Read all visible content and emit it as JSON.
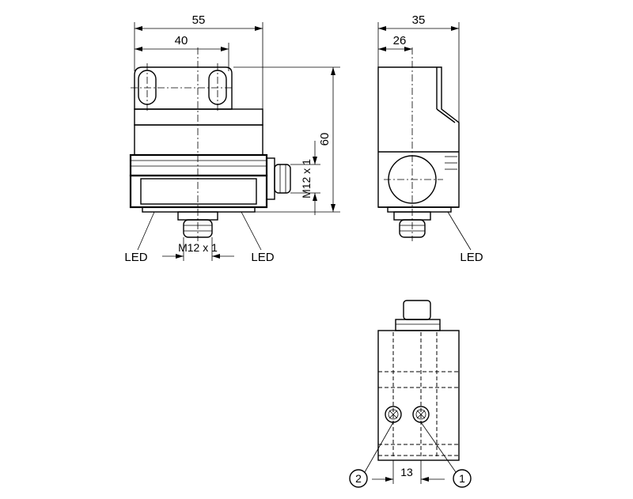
{
  "dimensions": {
    "width_55": "55",
    "width_40": "40",
    "depth_35": "35",
    "depth_26": "26",
    "height_60": "60",
    "thread_side": "M12 x 1",
    "thread_bottom": "M12 x 1",
    "pitch_13": "13"
  },
  "labels": {
    "led_left": "LED",
    "led_mid": "LED",
    "led_right": "LED",
    "callout_1": "1",
    "callout_2": "2"
  }
}
